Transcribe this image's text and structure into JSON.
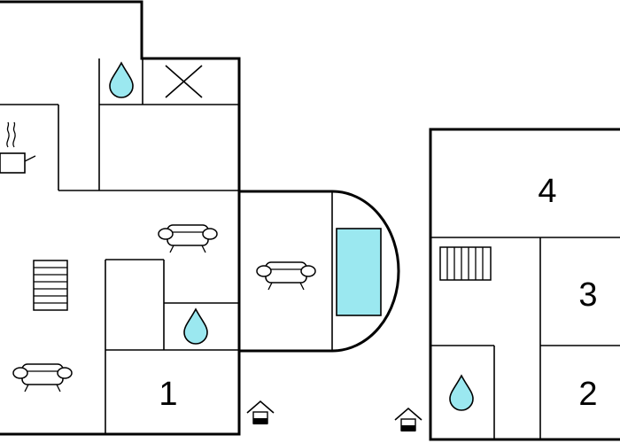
{
  "colors": {
    "wall": "#000000",
    "water": "#9be8f0",
    "background": "#ffffff"
  },
  "rooms": [
    {
      "label": "1"
    },
    {
      "label": "2"
    },
    {
      "label": "3"
    },
    {
      "label": "4"
    }
  ],
  "icons": [
    "water-drop-icon",
    "cross-x-icon",
    "cooking-pot-icon",
    "sofa-icon",
    "staircase-icon",
    "pool-icon",
    "entrance-icon"
  ]
}
